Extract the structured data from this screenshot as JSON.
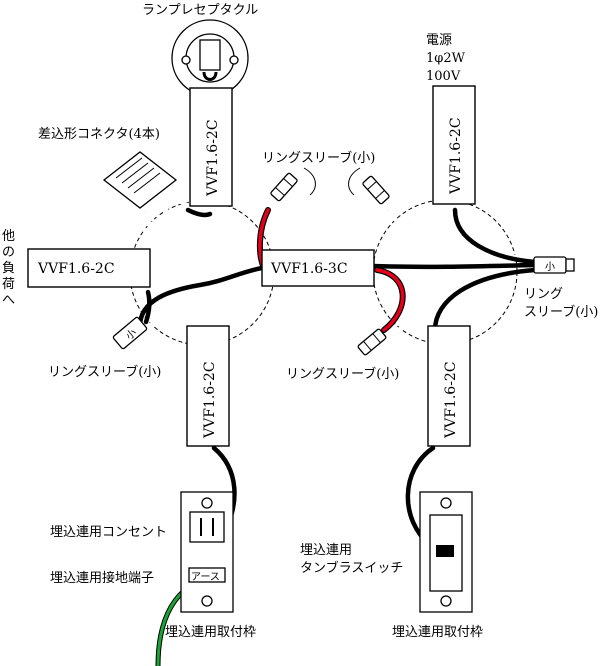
{
  "labels": {
    "lamp_receptacle": "ランプレセプタクル",
    "power_title": "電源",
    "power_phase": "1φ2W",
    "power_voltage": "100V",
    "push_connector": "差込形コネクタ(4本)",
    "other_load": [
      "他",
      "の",
      "負",
      "荷",
      "へ"
    ],
    "sleeve_top": "リングスリーブ(小)",
    "sleeve_left": "リングスリーブ(小)",
    "sleeve_mid": "リングスリーブ(小)",
    "sleeve_right_1": "リング",
    "sleeve_right_2": "スリーブ(小)",
    "outlet": "埋込連用コンセント",
    "ground_terminal": "埋込連用接地端子",
    "frame_left": "埋込連用取付枠",
    "frame_right": "埋込連用取付枠",
    "switch_1": "埋込連用",
    "switch_2": "タンブラスイッチ",
    "earth_mark": "アース"
  },
  "cables": {
    "lamp_cable": "VVF1.6-2C",
    "power_cable": "VVF1.6-2C",
    "load_cable": "VVF1.6-2C",
    "center_cable": "VVF1.6-3C",
    "outlet_cable": "VVF1.6-2C",
    "switch_cable": "VVF1.6-2C"
  },
  "sleeve_marks": {
    "left": "小",
    "right": "小"
  },
  "colors": {
    "white_wire": "#ffffff",
    "black_wire": "#000000",
    "red_wire": "#e3001b",
    "ground_wire": "#1aa336"
  }
}
